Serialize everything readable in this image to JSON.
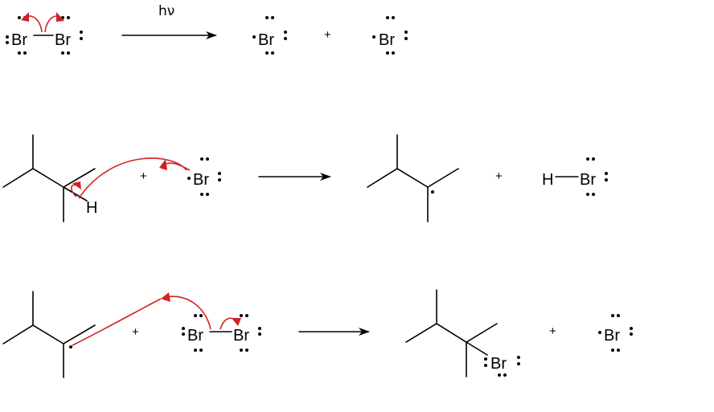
{
  "scheme": {
    "step1": {
      "reactant_left_atom": "Br",
      "reactant_right_atom": "Br",
      "condition": "hν",
      "product_1": "Br",
      "plus_1": "+",
      "product_2": "Br"
    },
    "step2": {
      "substrate_h": "H",
      "plus_1": "+",
      "radical": "Br",
      "plus_2": "+",
      "hbr_h": "H",
      "hbr_br": "Br"
    },
    "step3": {
      "plus_1": "+",
      "br2_left": "Br",
      "br2_right": "Br",
      "product_br": "Br",
      "plus_2": "+",
      "radical_out": "Br"
    }
  },
  "colors": {
    "arrow_pushing": "#d42020",
    "structure": "#000000"
  }
}
